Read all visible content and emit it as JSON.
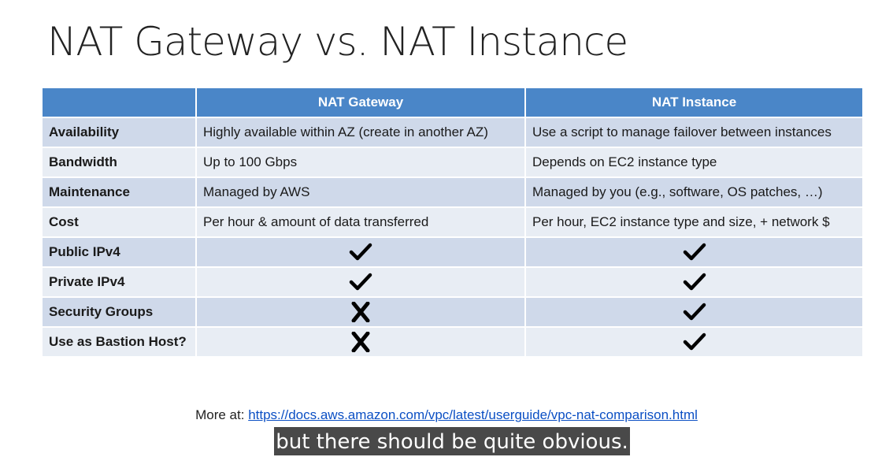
{
  "slide": {
    "title": "NAT Gateway vs. NAT Instance"
  },
  "table": {
    "header": {
      "corner": "",
      "gateway": "NAT Gateway",
      "instance": "NAT Instance"
    },
    "rows": [
      {
        "label": "Availability",
        "gateway": "Highly available within AZ (create in another AZ)",
        "instance": "Use a script to manage failover between instances"
      },
      {
        "label": "Bandwidth",
        "gateway": "Up to 100 Gbps",
        "instance": "Depends on EC2 instance type"
      },
      {
        "label": "Maintenance",
        "gateway": "Managed by AWS",
        "instance": "Managed by you (e.g., software, OS patches, …)"
      },
      {
        "label": "Cost",
        "gateway": "Per hour & amount of data transferred",
        "instance": "Per hour, EC2 instance type and size, + network $"
      },
      {
        "label": "Public IPv4",
        "gateway_mark": "check-icon",
        "instance_mark": "check-icon"
      },
      {
        "label": "Private IPv4",
        "gateway_mark": "check-icon",
        "instance_mark": "check-icon"
      },
      {
        "label": "Security Groups",
        "gateway_mark": "cross-icon",
        "instance_mark": "check-icon"
      },
      {
        "label": "Use as Bastion Host?",
        "gateway_mark": "cross-icon",
        "instance_mark": "check-icon"
      }
    ]
  },
  "footer": {
    "prefix": "More at: ",
    "link_text": "https://docs.aws.amazon.com/vpc/latest/userguide/vpc-nat-comparison.html"
  },
  "caption": {
    "text": "but there should be quite obvious."
  },
  "colors": {
    "header_blue": "#4a86c8",
    "row_dark": "#cfd9ea",
    "row_light": "#e8edf4",
    "link": "#0b4fc4"
  }
}
